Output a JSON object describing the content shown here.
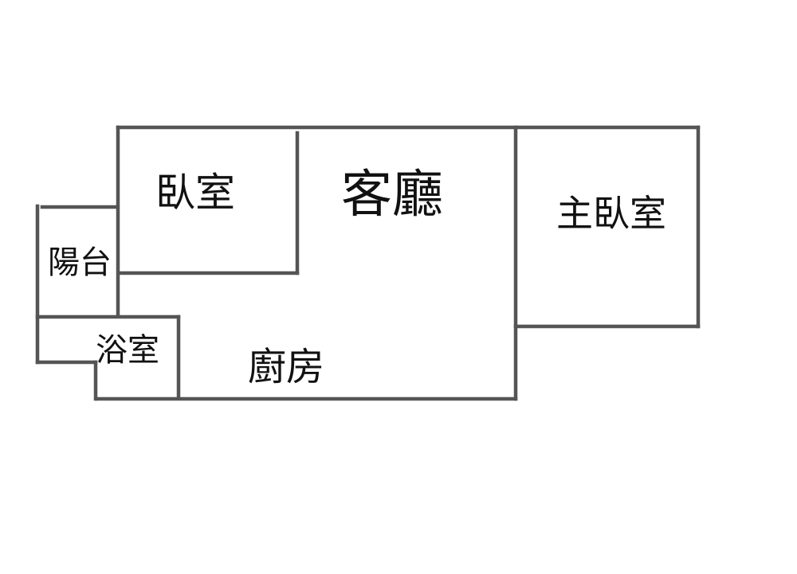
{
  "floorplan": {
    "rooms": {
      "bedroom": "臥室",
      "living_room": "客廳",
      "master_bedroom": "主臥室",
      "balcony": "陽台",
      "bathroom": "浴室",
      "kitchen": "廚房"
    },
    "wall_color": "#555555"
  }
}
